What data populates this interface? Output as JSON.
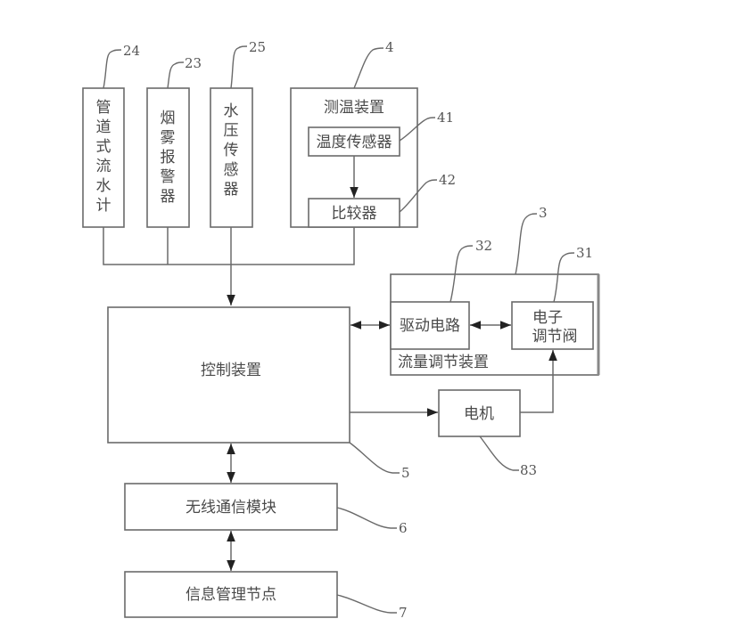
{
  "diagram": {
    "type": "block-diagram",
    "nodes": {
      "flow_meter": {
        "label": "管道式流水计",
        "ref": "24"
      },
      "smoke_alarm": {
        "label": "烟雾报警器",
        "ref": "23"
      },
      "pressure_sensor": {
        "label": "水压传感器",
        "ref": "25"
      },
      "temp_device": {
        "label": "测温装置",
        "ref": "4"
      },
      "temp_sensor": {
        "label": "温度传感器",
        "ref": "41"
      },
      "comparator": {
        "label": "比较器",
        "ref": "42"
      },
      "flow_regulator": {
        "label": "流量调节装置",
        "ref": "3"
      },
      "drive_circuit": {
        "label": "驱动电路",
        "ref": "32"
      },
      "valve": {
        "label_line1": "电子",
        "label_line2": "调节阀",
        "ref": "31"
      },
      "controller": {
        "label": "控制装置",
        "ref": "5"
      },
      "motor": {
        "label": "电机",
        "ref": "83"
      },
      "wireless": {
        "label": "无线通信模块",
        "ref": "6"
      },
      "info_node": {
        "label": "信息管理节点",
        "ref": "7"
      }
    },
    "edges": [
      {
        "from": "flow_meter",
        "to": "controller",
        "dir": "one-way"
      },
      {
        "from": "smoke_alarm",
        "to": "controller",
        "dir": "one-way"
      },
      {
        "from": "pressure_sensor",
        "to": "controller",
        "dir": "one-way"
      },
      {
        "from": "comparator",
        "to": "controller",
        "dir": "one-way"
      },
      {
        "from": "temp_sensor",
        "to": "comparator",
        "dir": "one-way"
      },
      {
        "from": "controller",
        "to": "drive_circuit",
        "dir": "two-way"
      },
      {
        "from": "drive_circuit",
        "to": "valve",
        "dir": "two-way"
      },
      {
        "from": "controller",
        "to": "motor",
        "dir": "one-way"
      },
      {
        "from": "motor",
        "to": "valve",
        "dir": "one-way"
      },
      {
        "from": "controller",
        "to": "wireless",
        "dir": "two-way"
      },
      {
        "from": "wireless",
        "to": "info_node",
        "dir": "two-way"
      }
    ]
  }
}
